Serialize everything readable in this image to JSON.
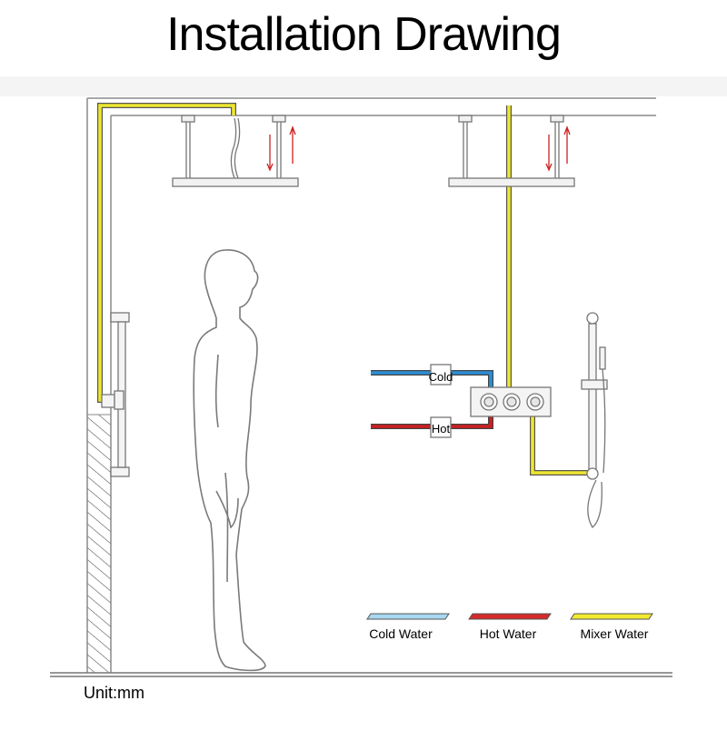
{
  "title": "Installation Drawing",
  "labels": {
    "cold_valve": "Cold",
    "hot_valve": "Hot"
  },
  "legend": [
    {
      "label": "Cold Water",
      "color": "#a8d8f0"
    },
    {
      "label": "Hot Water",
      "color": "#d42a2a"
    },
    {
      "label": "Mixer Water",
      "color": "#f2ea30"
    }
  ],
  "unit": "Unit:mm",
  "colors": {
    "cold_pipe": "#2b8fd6",
    "hot_pipe": "#cc1f1f",
    "mixer_pipe": "#e8e030",
    "line": "#8a8a8a"
  }
}
